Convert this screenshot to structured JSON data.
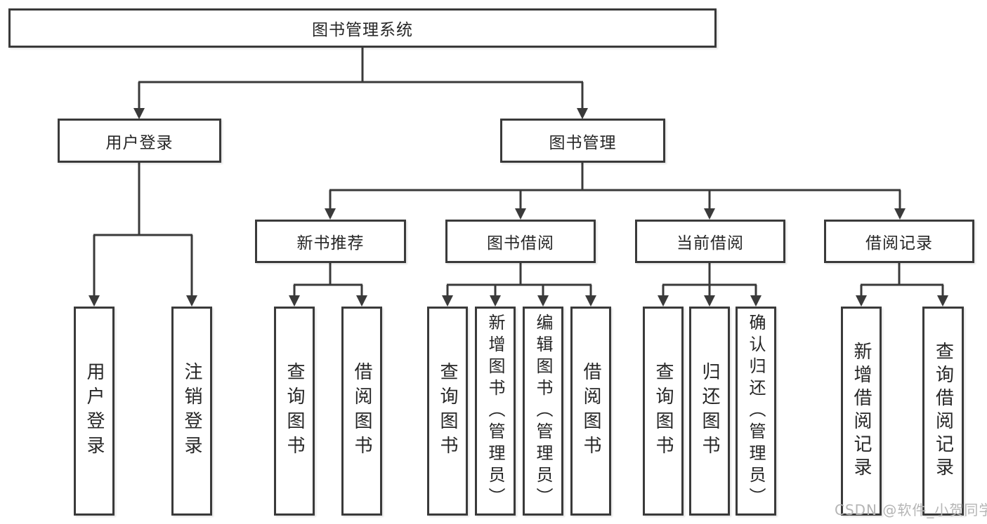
{
  "diagram_title": "图书管理系统",
  "hierarchy": {
    "label": "图书管理系统",
    "children": [
      {
        "label": "用户登录",
        "children": [
          {
            "label": "用户登录"
          },
          {
            "label": "注销登录"
          }
        ]
      },
      {
        "label": "图书管理",
        "children": [
          {
            "label": "新书推荐",
            "children": [
              {
                "label": "查询图书"
              },
              {
                "label": "借阅图书"
              }
            ]
          },
          {
            "label": "图书借阅",
            "children": [
              {
                "label": "查询图书"
              },
              {
                "label": "新增图书（管理员）"
              },
              {
                "label": "编辑图书（管理员）"
              },
              {
                "label": "借阅图书"
              }
            ]
          },
          {
            "label": "当前借阅",
            "children": [
              {
                "label": "查询图书"
              },
              {
                "label": "归还图书"
              },
              {
                "label": "确认归还（管理员）"
              }
            ]
          },
          {
            "label": "借阅记录",
            "children": [
              {
                "label": "新增借阅记录"
              },
              {
                "label": "查询借阅记录"
              }
            ]
          }
        ]
      }
    ]
  },
  "watermark": "CSDN @软件_小贺同学",
  "colors": {
    "line": "#3a3a3a",
    "box_border": "#3a3a3a",
    "box_background": "#ffffff",
    "text": "#262626",
    "watermark": "#b5b5b5"
  }
}
